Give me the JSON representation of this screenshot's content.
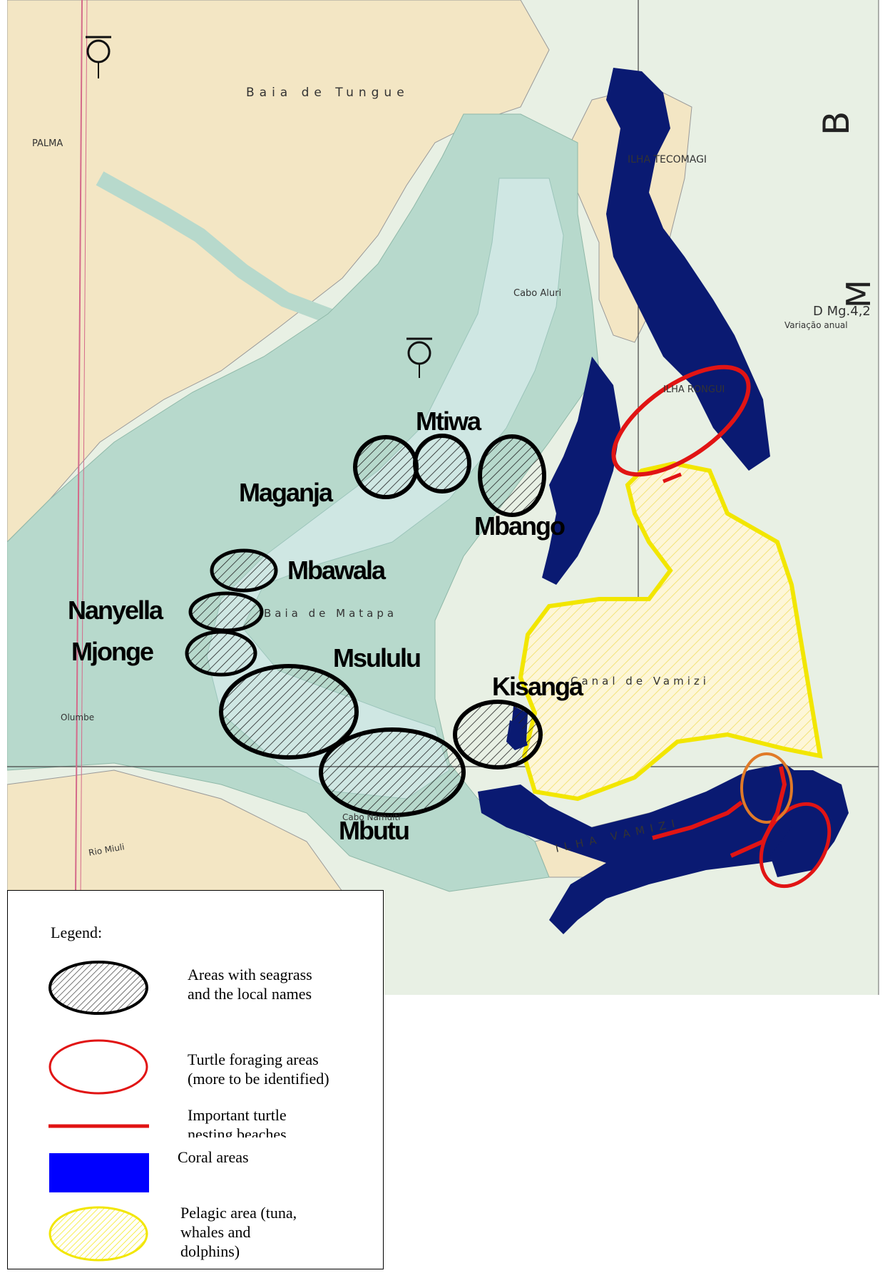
{
  "map": {
    "place_names": {
      "baia_tungue": "Baia  de  Tungue",
      "palma": "PALMA",
      "ilha_tecomagi": "ILHA TECOMAGI",
      "cabo_aluri": "Cabo Aluri",
      "ilha_rongui": "ILHA RONGUI",
      "baia_matapa": "Baia de Matapa",
      "ilha_vamizi": "ILHA VAMIZI",
      "canal_vamizi": "Canal de Vamizi",
      "olumbe": "Olumbe",
      "rio_miuli": "Rio Miuli",
      "cabo_namuiti": "Cabo Namuiti",
      "variacao_anual": "Variação anual",
      "declination": "D Mg.4,2",
      "letter_b": "B",
      "letter_m": "M"
    },
    "seagrass_labels": {
      "mtiwa": "Mtiwa",
      "maganja": "Maganja",
      "mbango": "Mbango",
      "mbawala": "Mbawala",
      "nanyella": "Nanyella",
      "mjonge": "Mjonge",
      "msululu": "Msululu",
      "kisanga": "Kisanga",
      "mbutu": "Mbutu"
    },
    "colors": {
      "land": "#f3e6c4",
      "shallow_water": "#b7d9cc",
      "lagoon": "#cfe7e3",
      "deep_water": "#e4efe6",
      "coral": "#0a1a72",
      "turtle_foraging": "#e11414",
      "pelagic": "#f2e600",
      "seagrass_outline": "#000000"
    }
  },
  "legend": {
    "title": "Legend:",
    "items": [
      {
        "label_line1": "Areas with seagrass",
        "label_line2": "and the local names",
        "symbol": "hatched-ellipse-icon"
      },
      {
        "label_line1": "Turtle foraging areas",
        "label_line2": "(more to be identified)",
        "symbol": "red-ellipse-icon"
      },
      {
        "label_line1": "Important turtle",
        "label_line2": "nesting beaches",
        "symbol": "red-line-icon"
      },
      {
        "label_line1": "Coral areas",
        "label_line2": "",
        "symbol": "blue-rectangle-icon"
      },
      {
        "label_line1": "Pelagic area (tuna,",
        "label_line2": "whales and",
        "label_line3": "dolphins)",
        "symbol": "yellow-hatched-ellipse-icon"
      }
    ]
  }
}
